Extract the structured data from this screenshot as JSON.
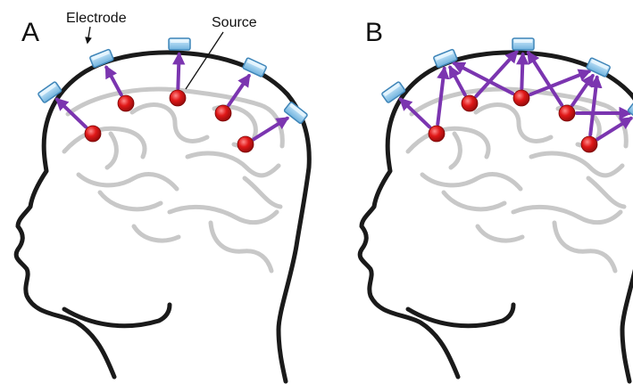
{
  "panels": [
    {
      "letter": "A",
      "electrode_label": "Electrode",
      "source_label": "Source",
      "mode": "direct"
    },
    {
      "letter": "B",
      "mode": "mixed"
    }
  ],
  "colors": {
    "outline": "#1a1a1a",
    "brain_folds": "#c8c8c8",
    "arrow": "#7b35b0",
    "source": "#d81818",
    "electrode": "#8ec8ec"
  },
  "icons": [
    "electrode-icon",
    "source-icon",
    "arrow-icon"
  ]
}
